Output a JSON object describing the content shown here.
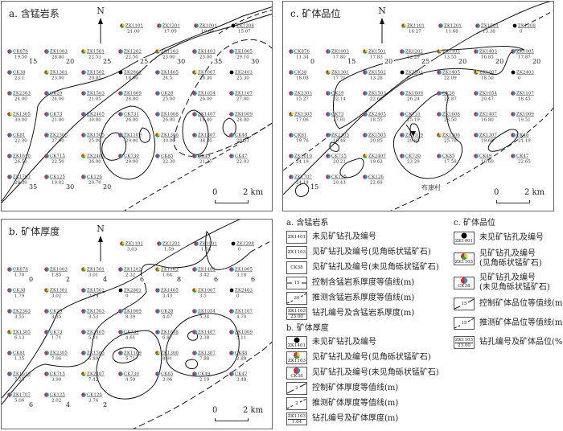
{
  "panels": {
    "a": {
      "title": "a. 含锰岩系",
      "north": "N",
      "scale": {
        "start": "0",
        "end": "2 km"
      },
      "contour_labels": [
        "15",
        "20",
        "25",
        "25",
        "30",
        "35",
        "30",
        "35",
        "30",
        "20"
      ],
      "wells": [
        {
          "id": "ZK1208",
          "value": "15.07",
          "type": "none"
        },
        {
          "id": "ZK1001",
          "value": "19.80",
          "type": "blue"
        },
        {
          "id": "ZK1201",
          "value": "17.09",
          "type": "blue"
        },
        {
          "id": "ZK1101",
          "value": "21.00",
          "type": "tri"
        },
        {
          "id": "CK876",
          "value": "19.50",
          "type": "blue"
        },
        {
          "id": "ZK1003",
          "value": "28.80",
          "type": "blue"
        },
        {
          "id": "ZK1501",
          "value": "22.53",
          "type": "tri"
        },
        {
          "id": "ZK1202",
          "value": "22.50",
          "type": "blue"
        },
        {
          "id": "ZK1103",
          "value": "23.00",
          "type": "tri"
        },
        {
          "id": "ZK1403",
          "value": "23.00",
          "type": "blue"
        },
        {
          "id": "ZK1005",
          "value": "29.10",
          "type": "blue"
        },
        {
          "id": "CK38",
          "value": "23.1",
          "type": "blue"
        },
        {
          "id": "ZK1301",
          "value": "23.00",
          "type": "tri"
        },
        {
          "id": "ZK1502",
          "value": "20.05",
          "type": "blue"
        },
        {
          "id": "ZK2801",
          "value": "18.00",
          "type": "none"
        },
        {
          "id": "ZK1405",
          "value": "24.5",
          "type": "blue"
        },
        {
          "id": "ZK1007",
          "value": "28.30",
          "type": "tri"
        },
        {
          "id": "ZK2403",
          "value": "25.30",
          "type": "none"
        },
        {
          "id": "ZK2303",
          "value": "24.00",
          "type": "blue"
        },
        {
          "id": "CK29",
          "value": "24.00",
          "type": "blue"
        },
        {
          "id": "ZK1503",
          "value": "21.05",
          "type": "blue"
        },
        {
          "id": "ZK1609",
          "value": "28.80",
          "type": "blue"
        },
        {
          "id": "CK28",
          "value": "25.00",
          "type": "blue"
        },
        {
          "id": "ZK1054",
          "value": "26.00",
          "type": "blue"
        },
        {
          "id": "ZK1107",
          "value": "27.00",
          "type": "blue"
        },
        {
          "id": "ZK1305",
          "value": "30.00",
          "type": "tri"
        },
        {
          "id": "CK73",
          "value": "21.00",
          "type": "blue"
        },
        {
          "id": "ZK2405",
          "value": "30.00",
          "type": "blue"
        },
        {
          "id": "CK731",
          "value": "26.00",
          "type": "blue"
        },
        {
          "id": "ZK1608",
          "value": "26.00",
          "type": "blue"
        },
        {
          "id": "ZK1407",
          "value": "18.80",
          "type": "blue"
        },
        {
          "id": "ZK1009",
          "value": "28.00",
          "type": "blue"
        },
        {
          "id": "CK81",
          "value": "22.30",
          "type": "blue"
        },
        {
          "id": "ZK2305",
          "value": "27.00",
          "type": "blue"
        },
        {
          "id": "ZK1505",
          "value": "25.00",
          "type": "blue"
        },
        {
          "id": "ZK1109",
          "value": "29.00",
          "type": "blue"
        },
        {
          "id": "ZK1306",
          "value": "30.00",
          "type": "tri"
        },
        {
          "id": "ZK1307",
          "value": "38.30",
          "type": "blue"
        },
        {
          "id": "CK48",
          "value": "20.33",
          "type": "blue"
        },
        {
          "id": "ZK1610",
          "value": "26.50",
          "type": "blue"
        },
        {
          "id": "CK715",
          "value": "22.50",
          "type": "blue"
        },
        {
          "id": "ZK2407",
          "value": "36.00",
          "type": "tri"
        },
        {
          "id": "CK730",
          "value": "29.00",
          "type": "blue"
        },
        {
          "id": "CK85",
          "value": "22.30",
          "type": "blue"
        },
        {
          "id": "CK49",
          "value": "21.25",
          "type": "blue"
        },
        {
          "id": "CK47",
          "value": "22.03",
          "type": "blue"
        },
        {
          "id": "ZK1707",
          "value": "28.30",
          "type": "blue"
        },
        {
          "id": "CK125",
          "value": "19.82",
          "type": "blue"
        },
        {
          "id": "CK126",
          "value": "20.76",
          "type": "blue"
        }
      ]
    },
    "b": {
      "title": "b. 矿体厚度",
      "north": "N",
      "scale": {
        "start": "0",
        "end": "2 km"
      },
      "contour_labels": [
        "0",
        "2",
        "4",
        "6",
        "8",
        "6",
        "6",
        "6",
        "4",
        "2"
      ],
      "wells": [
        {
          "id": "ZK1208",
          "value": "0",
          "type": "none"
        },
        {
          "id": "ZK1001",
          "value": "1.64",
          "type": "blue"
        },
        {
          "id": "ZK1201",
          "value": "1.59",
          "type": "blue"
        },
        {
          "id": "ZK1101",
          "value": "3.03",
          "type": "tri"
        },
        {
          "id": "CK876",
          "value": "1.70",
          "type": "blue"
        },
        {
          "id": "ZK1003",
          "value": "1.85",
          "type": "blue"
        },
        {
          "id": "ZK1501",
          "value": "3.01",
          "type": "tri"
        },
        {
          "id": "ZK1202",
          "value": "2.32",
          "type": "blue"
        },
        {
          "id": "ZK1103",
          "value": "1.64",
          "type": "tri"
        },
        {
          "id": "ZK1403",
          "value": "3.42",
          "type": "blue"
        },
        {
          "id": "ZK1005",
          "value": "3.18",
          "type": "blue"
        },
        {
          "id": "CK38",
          "value": "1.79",
          "type": "blue"
        },
        {
          "id": "ZK1301",
          "value": "3.02",
          "type": "tri"
        },
        {
          "id": "ZK1502",
          "value": "2.79",
          "type": "blue"
        },
        {
          "id": "ZK2801",
          "value": "0",
          "type": "none"
        },
        {
          "id": "ZK1405",
          "value": "3.43",
          "type": "blue"
        },
        {
          "id": "ZK1007",
          "value": "3.5",
          "type": "tri"
        },
        {
          "id": "ZK2403",
          "value": "0",
          "type": "none"
        },
        {
          "id": "ZK2303",
          "value": "3.55",
          "type": "blue"
        },
        {
          "id": "CK29",
          "value": "3.35",
          "type": "blue"
        },
        {
          "id": "ZK1503",
          "value": "3.53",
          "type": "blue"
        },
        {
          "id": "ZK1609",
          "value": "8.39",
          "type": "blue"
        },
        {
          "id": "CK28",
          "value": "4.67",
          "type": "blue"
        },
        {
          "id": "ZK1054",
          "value": "5.34",
          "type": "blue"
        },
        {
          "id": "ZK1107",
          "value": "4.70",
          "type": "blue"
        },
        {
          "id": "ZK1305",
          "value": "6.13",
          "type": "tri"
        },
        {
          "id": "CK73",
          "value": "1.71",
          "type": "blue"
        },
        {
          "id": "ZK2405",
          "value": "5.71",
          "type": "blue"
        },
        {
          "id": "CK731",
          "value": "4.61",
          "type": "blue"
        },
        {
          "id": "ZK1608",
          "value": "6.87",
          "type": "blue"
        },
        {
          "id": "ZK1407",
          "value": "2.38",
          "type": "blue"
        },
        {
          "id": "ZK1009",
          "value": "5.11",
          "type": "blue"
        },
        {
          "id": "CK81",
          "value": "1.35",
          "type": "blue"
        },
        {
          "id": "ZK2305",
          "value": "7.06",
          "type": "blue"
        },
        {
          "id": "ZK1505",
          "value": "6.89",
          "type": "blue"
        },
        {
          "id": "ZK1109",
          "value": "5.71",
          "type": "blue"
        },
        {
          "id": "ZK1306",
          "value": "8.91",
          "type": "tri"
        },
        {
          "id": "ZK1307",
          "value": "7.88",
          "type": "blue"
        },
        {
          "id": "CK48",
          "value": "2.88",
          "type": "blue"
        },
        {
          "id": "ZK1610",
          "value": "7.25",
          "type": "blue"
        },
        {
          "id": "CK715",
          "value": "3.90",
          "type": "blue"
        },
        {
          "id": "ZK2407",
          "value": "7.42",
          "type": "tri"
        },
        {
          "id": "CK730",
          "value": "4.59",
          "type": "blue"
        },
        {
          "id": "CK85",
          "value": "3.06",
          "type": "blue"
        },
        {
          "id": "CK49",
          "value": "2.19",
          "type": "blue"
        },
        {
          "id": "CK47",
          "value": "3.48",
          "type": "blue"
        },
        {
          "id": "ZK1707",
          "value": "5.06",
          "type": "blue"
        },
        {
          "id": "CK125",
          "value": "2.02",
          "type": "blue"
        },
        {
          "id": "CK126",
          "value": "3.74",
          "type": "blue"
        }
      ]
    },
    "c": {
      "title": "c. 矿体品位",
      "north": "N",
      "scale": {
        "start": "0",
        "end": "2 km"
      },
      "village": "布康村",
      "contour_labels": [
        "0",
        "15",
        "20",
        "25",
        "20",
        "20",
        "20",
        "15"
      ],
      "wells": [
        {
          "id": "ZK1208",
          "value": "0",
          "type": "none"
        },
        {
          "id": "ZK1001",
          "value": "13.38",
          "type": "blue"
        },
        {
          "id": "ZK1201",
          "value": "11.68",
          "type": "blue"
        },
        {
          "id": "ZK1101",
          "value": "16.27",
          "type": "tri"
        },
        {
          "id": "CK876",
          "value": "11.34",
          "type": "blue"
        },
        {
          "id": "ZK1003",
          "value": "17.80",
          "type": "blue"
        },
        {
          "id": "ZK1501",
          "value": "17.83",
          "type": "tri"
        },
        {
          "id": "ZK1202",
          "value": "12.29",
          "type": "blue"
        },
        {
          "id": "ZK1103",
          "value": "13.55",
          "type": "tri"
        },
        {
          "id": "ZK1403",
          "value": "16.85",
          "type": "blue"
        },
        {
          "id": "ZK1005",
          "value": "17.87",
          "type": "blue"
        },
        {
          "id": "CK38",
          "value": "18.08",
          "type": "blue"
        },
        {
          "id": "ZK1301",
          "value": "17.71",
          "type": "tri"
        },
        {
          "id": "ZK1502",
          "value": "13.28",
          "type": "blue"
        },
        {
          "id": "ZK2801",
          "value": "0",
          "type": "none"
        },
        {
          "id": "ZK1405",
          "value": "22.09",
          "type": "blue"
        },
        {
          "id": "ZK1007",
          "value": "18.50",
          "type": "tri"
        },
        {
          "id": "ZK2403",
          "value": "0",
          "type": "none"
        },
        {
          "id": "ZK2303",
          "value": "15.27",
          "type": "blue"
        },
        {
          "id": "CK29",
          "value": "22.14",
          "type": "blue"
        },
        {
          "id": "ZK1503",
          "value": "22.66",
          "type": "blue"
        },
        {
          "id": "ZK1609",
          "value": "26.24",
          "type": "blue"
        },
        {
          "id": "CK28",
          "value": "22.87",
          "type": "blue"
        },
        {
          "id": "ZK1054",
          "value": "20.47",
          "type": "blue"
        },
        {
          "id": "ZK1107",
          "value": "18.45",
          "type": "blue"
        },
        {
          "id": "ZK1305",
          "value": "17.06",
          "type": "tri"
        },
        {
          "id": "CK73",
          "value": "17.01",
          "type": "blue"
        },
        {
          "id": "ZK2405",
          "value": "18.55",
          "type": "blue"
        },
        {
          "id": "CK731",
          "value": "25.19",
          "type": "blue"
        },
        {
          "id": "ZK1608",
          "value": "28.50",
          "type": "blue"
        },
        {
          "id": "ZK1407",
          "value": "16.80",
          "type": "blue"
        },
        {
          "id": "ZK1009",
          "value": "19.51",
          "type": "blue"
        },
        {
          "id": "CK81",
          "value": "19.76",
          "type": "blue"
        },
        {
          "id": "ZK2305",
          "value": "19.48",
          "type": "blue"
        },
        {
          "id": "ZK1505",
          "value": "20.85",
          "type": "blue"
        },
        {
          "id": "ZK1109",
          "value": "20.85",
          "type": "blue"
        },
        {
          "id": "ZK1306",
          "value": "25.76",
          "type": "tri"
        },
        {
          "id": "ZK1307",
          "value": "19.68",
          "type": "blue"
        },
        {
          "id": "CK48",
          "value": "21.19",
          "type": "blue"
        },
        {
          "id": "ZK1610",
          "value": "24.19",
          "type": "blue"
        },
        {
          "id": "CK715",
          "value": "20.23",
          "type": "blue"
        },
        {
          "id": "ZK2407",
          "value": "19.62",
          "type": "tri"
        },
        {
          "id": "CK730",
          "value": "23.29",
          "type": "blue"
        },
        {
          "id": "CK85",
          "value": "17.58",
          "type": "blue"
        },
        {
          "id": "CK49",
          "value": "19.60",
          "type": "blue"
        },
        {
          "id": "CK47",
          "value": "22.65",
          "type": "blue"
        },
        {
          "id": "ZK1707",
          "value": "24.18",
          "type": "blue"
        },
        {
          "id": "CK125",
          "value": "20.43",
          "type": "blue"
        },
        {
          "id": "CK126",
          "value": "22.69",
          "type": "blue"
        }
      ]
    }
  },
  "legend": {
    "a": {
      "title": "a. 含锰岩系",
      "items": [
        {
          "sample": "ZK1401",
          "label": "未见矿钻孔及编号"
        },
        {
          "sample": "ZK1103",
          "label": "见矿钻孔及编号(见角砾状锰矿石)"
        },
        {
          "sample": "CK38",
          "label": "见矿钻孔及编号(未见角砾状锰矿石)"
        },
        {
          "sample": "15",
          "label": "控制含锰岩系厚度等值线(m)"
        },
        {
          "sample": "20",
          "label": "推测含锰岩系厚度等值线(m)"
        },
        {
          "sample": "ZK1103",
          "sample_value": "23.00",
          "label": "钻孔编号及含锰岩系厚度(m)"
        }
      ]
    },
    "b": {
      "title": "b. 矿体厚度",
      "items": [
        {
          "sample": "ZK1401",
          "label": "未见矿钻孔及编号"
        },
        {
          "sample": "ZK1103",
          "label": "见矿钻孔及编号(见角砾状锰矿石)"
        },
        {
          "sample": "CK38",
          "label": "见矿钻孔及编号(未见角砾状锰矿石)"
        },
        {
          "sample": "2",
          "label": "控制矿体厚度等值线(m)"
        },
        {
          "sample": "2",
          "label": "推测矿体厚度等值线(m)"
        },
        {
          "sample": "ZK1103",
          "sample_value": "1.64",
          "label": "钻孔编号及矿体厚度(m)"
        }
      ]
    },
    "c": {
      "title": "c. 矿体品位",
      "items": [
        {
          "sample": "ZK1401",
          "label": "未见矿钻孔及编号"
        },
        {
          "sample": "ZK1103",
          "label": "见矿钻孔及编号",
          "label2": "(见角砾状锰矿石)"
        },
        {
          "sample": "CK38",
          "label": "见矿钻孔及编号",
          "label2": "(未见角砾状锰矿石)"
        },
        {
          "sample": "15",
          "label": "控制矿体品位等值线(m)"
        },
        {
          "sample": "15",
          "label": "推测矿体品位等值线(m)"
        },
        {
          "sample": "ZK1103",
          "sample_value": "23.00",
          "label": "钻孔编号及矿体品位(%)"
        }
      ]
    }
  },
  "colors": {
    "red": "#e8202a",
    "blue": "#1f8fd6",
    "yellow": "#f2d21b",
    "green": "#2aa63a",
    "black": "#000000",
    "line": "#111111",
    "frame": "#666666"
  }
}
